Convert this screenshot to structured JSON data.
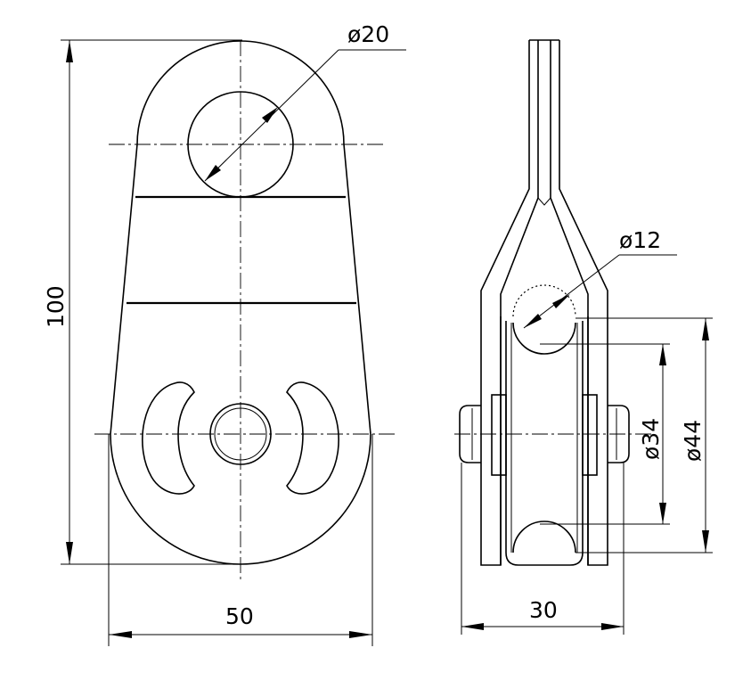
{
  "drawing": {
    "views": [
      "front-view",
      "side-view"
    ],
    "dimensions": {
      "hole_diameter": "ø20",
      "axle_diameter": "ø12",
      "height": "100",
      "width": "50",
      "side_width": "30",
      "groove_diameter": "ø34",
      "sheave_diameter": "ø44"
    }
  }
}
